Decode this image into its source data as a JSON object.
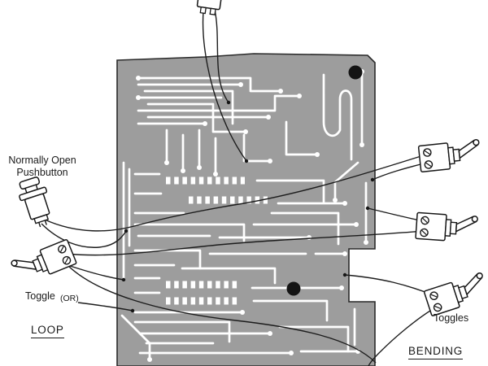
{
  "labels": {
    "pushbutton": {
      "line1": "Normally Open",
      "line2": "Pushbutton"
    },
    "toggle_left": "Toggle",
    "or_note": "(OR)",
    "section_left": "LOOP",
    "toggles_right": "Toggles",
    "section_right": "BENDING"
  },
  "components": {
    "board": "printed-circuit-board",
    "top": "toggle-switch-partially-cropped",
    "left": [
      "normally-open-pushbutton",
      "toggle-switch"
    ],
    "right": [
      "toggle-switch",
      "toggle-switch",
      "toggle-switch"
    ]
  },
  "colors": {
    "background": "#ffffff",
    "board_fill": "#9d9d9d",
    "board_outline": "#2a2a2a",
    "trace": "#ffffff",
    "wire": "#1c1c1c",
    "hole": "#141414",
    "text": "#1a1a1a"
  }
}
